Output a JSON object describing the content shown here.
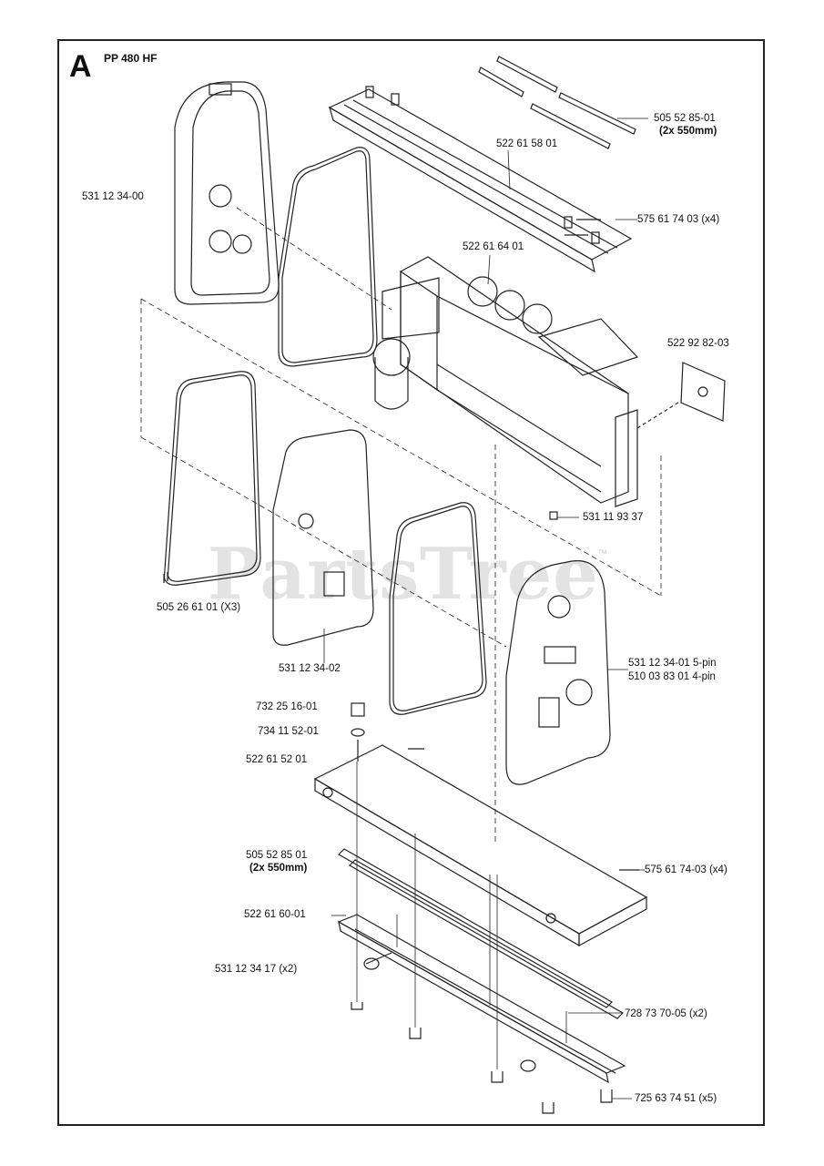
{
  "diagram": {
    "section_letter": "A",
    "model": "PP 480 HF",
    "watermark": "PartsTree",
    "watermark_tm": "™"
  },
  "labels": {
    "p505_52_85_01_top": "505 52 85-01",
    "p505_52_85_01_top_qty": "(2x 550mm)",
    "p522_61_58_01": "522 61 58 01",
    "p575_61_74_03_top": "575 61 74 03 (x4)",
    "p531_12_34_00": "531 12 34-00",
    "p522_61_64_01": "522 61 64 01",
    "p522_92_82_03": "522 92 82-03",
    "p531_11_93_37": "531 11 93 37",
    "p505_26_61_01": "505 26 61 01 (X3)",
    "p531_12_34_02": "531 12 34-02",
    "p531_12_34_01": "531 12 34-01 5-pin",
    "p510_03_83_01": "510 03 83 01 4-pin",
    "p732_25_16_01": "732 25 16-01",
    "p734_11_52_01": "734 11 52-01",
    "p522_61_52_01": "522 61 52 01",
    "p505_52_85_01_bottom": "505 52 85 01",
    "p505_52_85_01_bottom_qty": "(2x 550mm)",
    "p575_61_74_03_bottom": "575 61 74-03 (x4)",
    "p522_61_60_01": "522 61 60-01",
    "p531_12_34_17": "531 12 34 17 (x2)",
    "p728_73_70_05": "728 73 70-05 (x2)",
    "p725_63_74_51": "725 63 74 51 (x5)"
  }
}
